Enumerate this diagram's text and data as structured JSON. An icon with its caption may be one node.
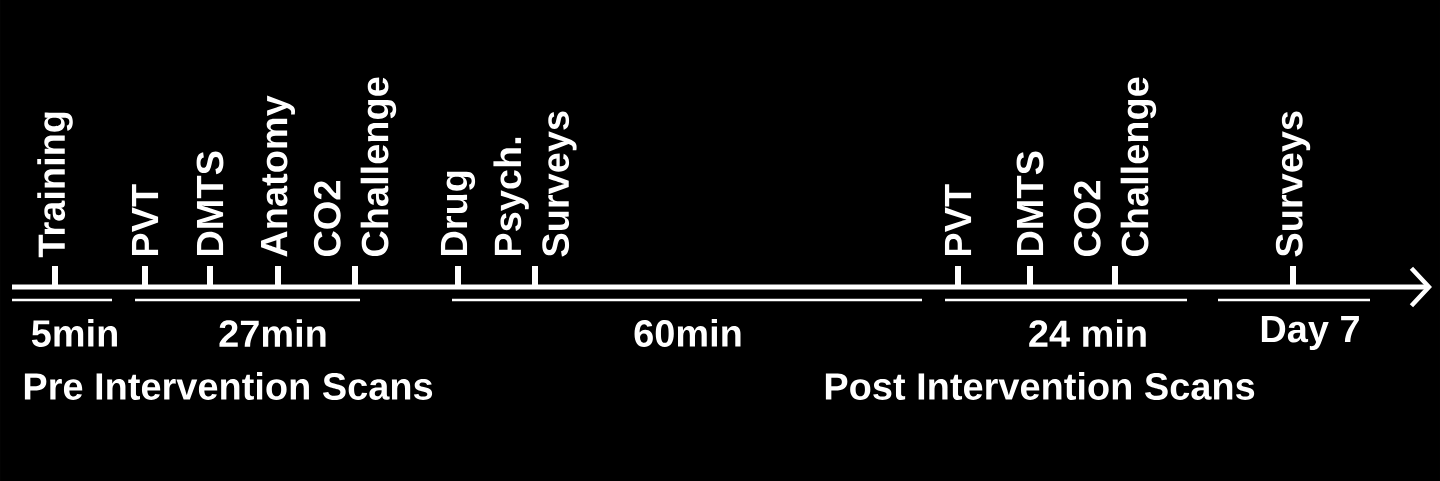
{
  "diagram": {
    "labels": [
      "Training",
      "PVT",
      "DMTS",
      "Anatomy",
      "CO2 Challenge",
      "Drug",
      "Psych. Surveys",
      "PVT",
      "DMTS",
      "CO2 Challenge",
      "Surveys",
      "5min",
      "27min",
      "60min",
      "24 min",
      "Day 7",
      "Pre Intervention Scans",
      "Post Intervention Scans"
    ]
  }
}
